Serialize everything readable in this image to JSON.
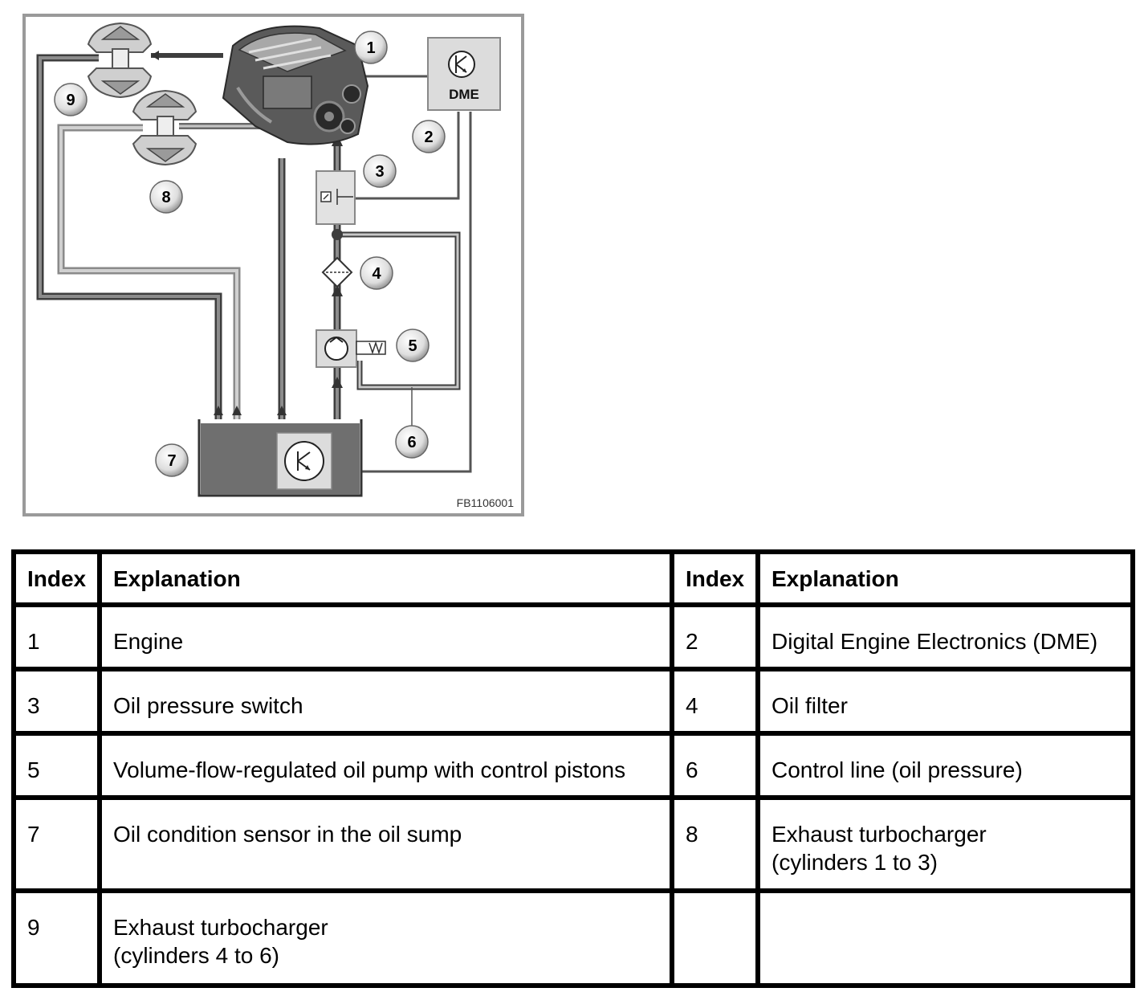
{
  "diagram": {
    "dme_label": "DME",
    "figure_code": "FB1106001",
    "callouts": [
      "1",
      "2",
      "3",
      "4",
      "5",
      "6",
      "7",
      "8",
      "9"
    ]
  },
  "table": {
    "headers": [
      "Index",
      "Explanation",
      "Index",
      "Explanation"
    ],
    "rows": [
      {
        "left_index": "1",
        "left_text": [
          "Engine"
        ],
        "right_index": "2",
        "right_text": [
          "Digital Engine Electronics (DME)"
        ]
      },
      {
        "left_index": "3",
        "left_text": [
          "Oil pressure switch"
        ],
        "right_index": "4",
        "right_text": [
          "Oil filter"
        ]
      },
      {
        "left_index": "5",
        "left_text": [
          "Volume-flow-regulated oil pump with control pistons"
        ],
        "right_index": "6",
        "right_text": [
          "Control line (oil pressure)"
        ]
      },
      {
        "left_index": "7",
        "left_text": [
          "Oil condition sensor in the oil sump"
        ],
        "right_index": "8",
        "right_text": [
          "Exhaust turbocharger",
          "(cylinders 1 to 3)"
        ]
      },
      {
        "left_index": "9",
        "left_text": [
          "Exhaust turbocharger",
          "(cylinders 4 to 6)"
        ],
        "right_index": "",
        "right_text": [
          ""
        ]
      }
    ]
  },
  "colors": {
    "frame": "#9a9a9a",
    "panel": "#ffffff",
    "line_dark": "#4a4a4a",
    "line_light": "#bdbdbd",
    "sump": "#6f6f6f",
    "component_bg": "#d9d9d9",
    "callout_fill": "#e6e6e6"
  }
}
